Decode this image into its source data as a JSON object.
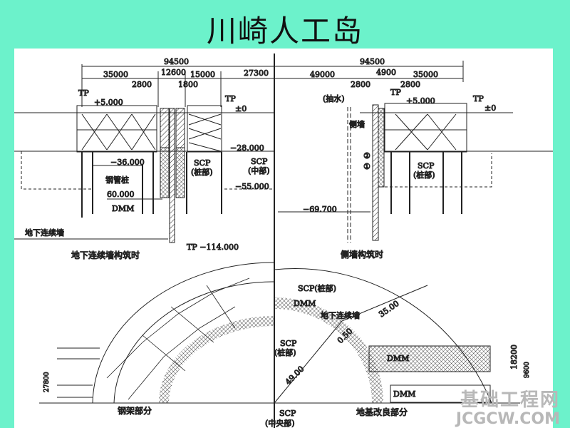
{
  "title": "川崎人工岛",
  "left_section": {
    "dims": {
      "total": "94500",
      "d1": "35000",
      "d2": "12600",
      "d3": "15000",
      "d4": "27300",
      "d5": "2800",
      "d6": "1800"
    },
    "levels": {
      "tp_top": "+5.000",
      "tp_zero": "±0",
      "l28": "−28.000",
      "l36": "−36.000",
      "l55": "−55.000",
      "l60": "60.000",
      "l114": "TP −114.000",
      "tp": "TP"
    },
    "labels": {
      "steel_pipe_pile": "钢管桩",
      "dmm": "DMM",
      "scp_pile": "SCP",
      "scp_pile_sub": "(桩部)",
      "scp_mid": "SCP",
      "scp_mid_sub": "(中部)",
      "diaphragm_wall": "地下连续墙"
    },
    "caption": "地下连续墙构筑时"
  },
  "right_section": {
    "dims": {
      "total": "94500",
      "d1": "49000",
      "d2": "4900",
      "d3": "35000",
      "d4": "2800",
      "d5": "2800"
    },
    "levels": {
      "tp_top": "+5.000",
      "tp_zero": "±0",
      "l69": "−69.700",
      "tp": "TP"
    },
    "labels": {
      "pumping": "(抽水)",
      "side_wall": "侧墙",
      "n2": "②",
      "n1": "①",
      "scp_pile": "SCP",
      "scp_pile_sub": "(桩部)"
    },
    "caption": "侧墙构筑时"
  },
  "plan": {
    "labels": {
      "scp_pile_top": "SCP(桩部)",
      "dmm": "DMM",
      "diaphragm_wall": "地下连续墙",
      "r35": "35.00",
      "r050": "0.50",
      "r49": "49.00",
      "scp_pile": "SCP",
      "scp_pile_sub": "(桩部)",
      "scp_center": "SCP",
      "scp_center_sub": "(中央部)",
      "dmm_band1": "DMM",
      "dmm_band2": "DMM",
      "h18200": "18200",
      "h9600": "9600",
      "h27800": "27800"
    },
    "caption_left": "钢架部分",
    "caption_right": "地基改良部分"
  },
  "watermark": {
    "cn": "基础工程网",
    "en": "JCGCW.COM"
  }
}
